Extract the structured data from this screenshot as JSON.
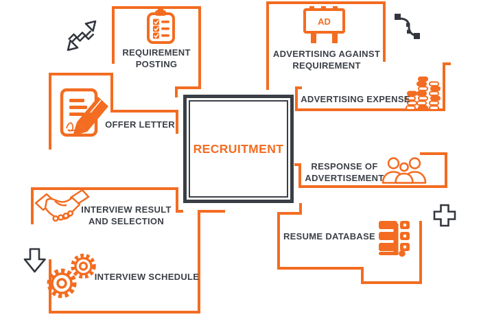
{
  "colors": {
    "accent_orange": "#F36C21",
    "dark": "#3A3E45",
    "label_text": "#3C4047"
  },
  "center": {
    "label": "RECRUITMENT"
  },
  "billboard_text": "AD",
  "nodes": {
    "requirement_posting": {
      "line1": "REQUIREMENT",
      "line2": "POSTING",
      "icon": "clipboard-checklist-icon"
    },
    "advertising_against_requirement": {
      "line1": "ADVERTISING AGAINST",
      "line2": "REQUIREMENT",
      "icon": "billboard-ad-icon"
    },
    "advertising_expense": {
      "line1": "ADVERTISING EXPENSE",
      "icon": "coins-stack-icon"
    },
    "response_of_advertisement": {
      "line1": "RESPONSE OF",
      "line2": "ADVERTISEMENT",
      "icon": "people-group-icon"
    },
    "resume_database": {
      "line1": "RESUME DATABASE",
      "icon": "server-database-icon"
    },
    "interview_result_and_selection": {
      "line1": "INTERVIEW RESULT",
      "line2": "AND SELECTION",
      "icon": "handshake-icon"
    },
    "interview_schedule": {
      "line1": "INTERVIEW SCHEDULE",
      "icon": "gears-icon"
    },
    "offer_letter": {
      "line1": "OFFER LETTER",
      "icon": "document-pen-icon"
    }
  },
  "decorative_icons": [
    "double-arrow-icon",
    "pen-bezier-icon",
    "plus-icon",
    "down-arrow-icon"
  ]
}
